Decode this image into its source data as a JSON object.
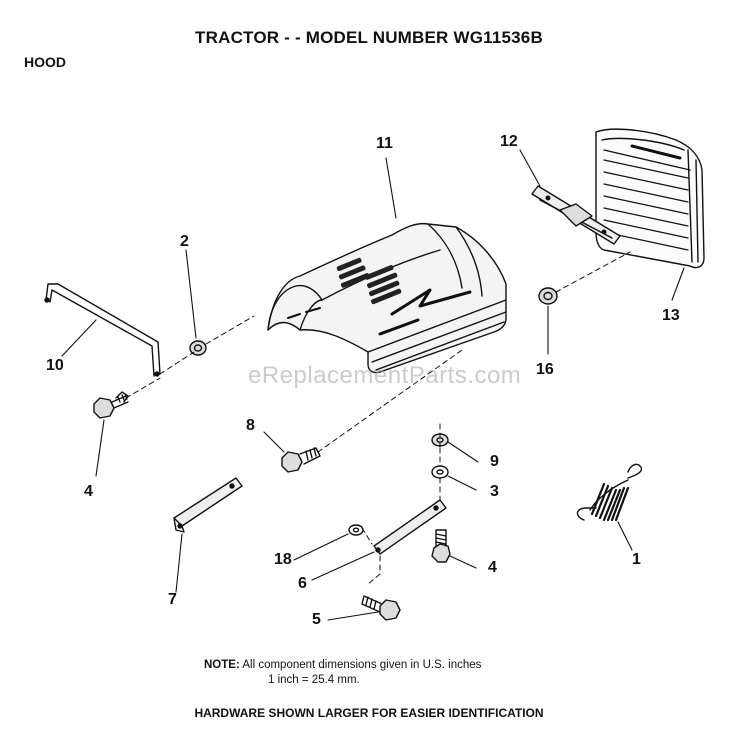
{
  "header": {
    "title": "TRACTOR - - MODEL NUMBER WG11536B",
    "section": "HOOD"
  },
  "callouts": {
    "p1": "1",
    "p2": "2",
    "p3": "3",
    "p4a": "4",
    "p4b": "4",
    "p5": "5",
    "p6": "6",
    "p7": "7",
    "p8": "8",
    "p9": "9",
    "p10": "10",
    "p11": "11",
    "p12": "12",
    "p13": "13",
    "p16": "16",
    "p18": "18"
  },
  "watermark": "eReplacementParts.com",
  "note": {
    "label": "NOTE:",
    "line1": "All component dimensions given in U.S. inches",
    "line2": "1 inch = 25.4 mm."
  },
  "footer": "HARDWARE SHOWN LARGER FOR EASIER IDENTIFICATION"
}
